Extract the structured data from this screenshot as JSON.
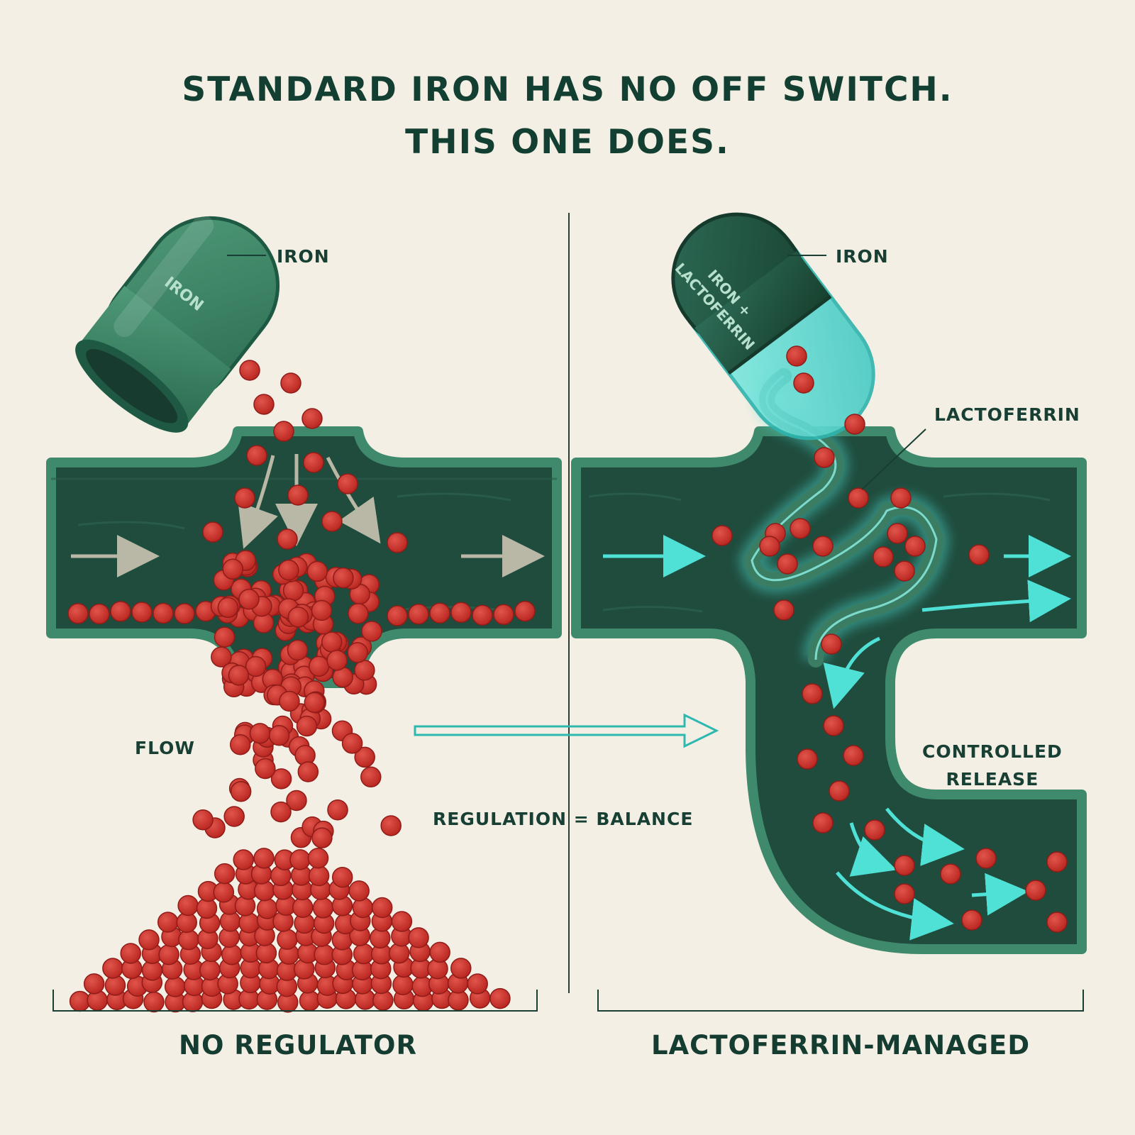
{
  "title": {
    "line1": "STANDARD IRON HAS NO OFF SWITCH.",
    "line2": "THIS ONE DOES."
  },
  "left": {
    "capsule_text": "IRON",
    "capsule_label": "IRON",
    "flow_label": "FLOW",
    "panel_label": "NO REGULATOR"
  },
  "right": {
    "capsule_text_line1": "IRON +",
    "capsule_text_line2": "LACTOFERRIN",
    "capsule_label": "IRON",
    "lactoferrin_label": "LACTOFERRIN",
    "release_line1": "CONTROLLED",
    "release_line2": "RELEASE",
    "panel_label": "LACTOFERRIN-MANAGED"
  },
  "center": {
    "regulation_label": "REGULATION = BALANCE"
  },
  "colors": {
    "background": "#f4efe4",
    "vessel_dark": "#1d4a3c",
    "vessel_wall": "#3d8a6c",
    "iron_red": "#c8302c",
    "glow_cyan": "#4fe0d6",
    "text": "#143c30"
  }
}
